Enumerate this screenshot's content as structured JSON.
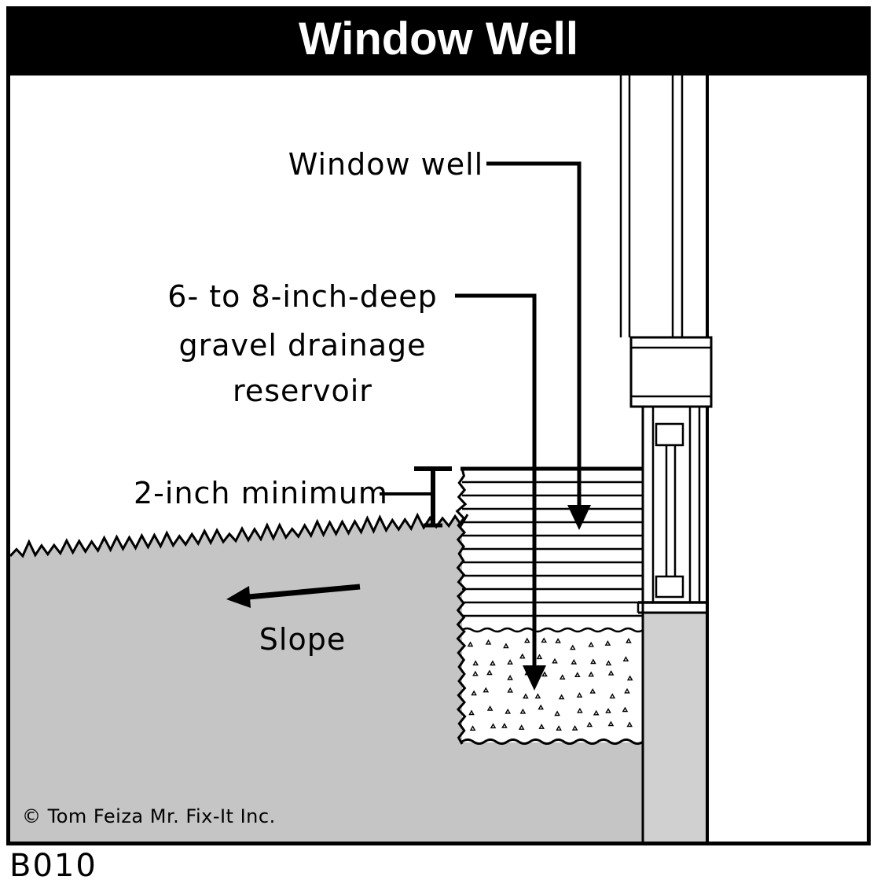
{
  "title": "Window Well",
  "code": "B010",
  "copyright": "© Tom Feiza Mr. Fix-It Inc.",
  "labels": {
    "window_well": "Window well",
    "gravel_line1": "6- to 8-inch-deep",
    "gravel_line2": "gravel drainage",
    "gravel_line3": "reservoir",
    "two_inch": "2-inch minimum",
    "slope": "Slope"
  },
  "colors": {
    "ground": "#c5c5c5",
    "foundation": "#d0d0d0",
    "line": "#000000",
    "titlebar_bg": "#000000",
    "titlebar_text": "#ffffff"
  }
}
